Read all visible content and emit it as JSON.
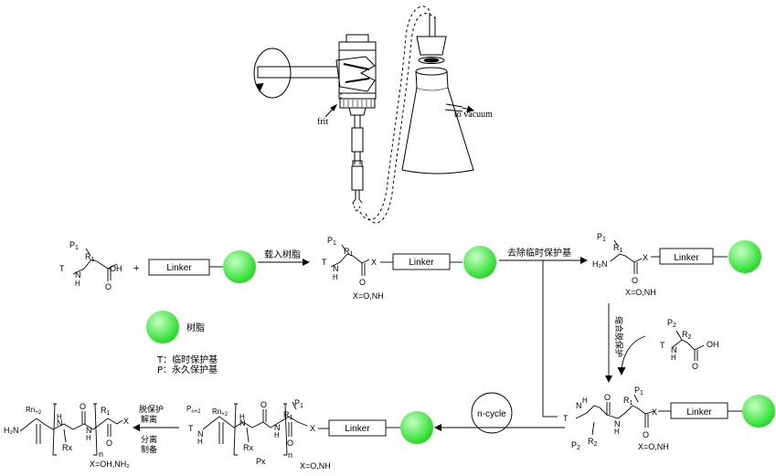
{
  "colors": {
    "resin": "#22dd22",
    "resin_light": "#c8ffc8",
    "line": "#000000"
  },
  "apparatus": {
    "frit_label": "frit",
    "vacuum_label": "to vacuum"
  },
  "linker_label": "Linker",
  "steps": {
    "load_resin": "载入树脂",
    "remove_temp": "去除临时保护基",
    "condense": "缩合脱保护",
    "ncycle": "n-cycle",
    "deprotect": "脱保护",
    "cleave": "解离",
    "separate": "分离",
    "prepare": "制备"
  },
  "legend": {
    "resin": "树脂",
    "temp_pg": "T：临时保护基",
    "perm_pg": "P：永久保护基"
  },
  "chem": {
    "plus": "+",
    "OH": "OH",
    "T": "T",
    "N": "N",
    "H": "H",
    "H2N": "H₂N",
    "X": "X",
    "O": "O",
    "x_o_nh": "X=O,NH",
    "x_final": "X=OH,NH₂",
    "n": "n"
  }
}
